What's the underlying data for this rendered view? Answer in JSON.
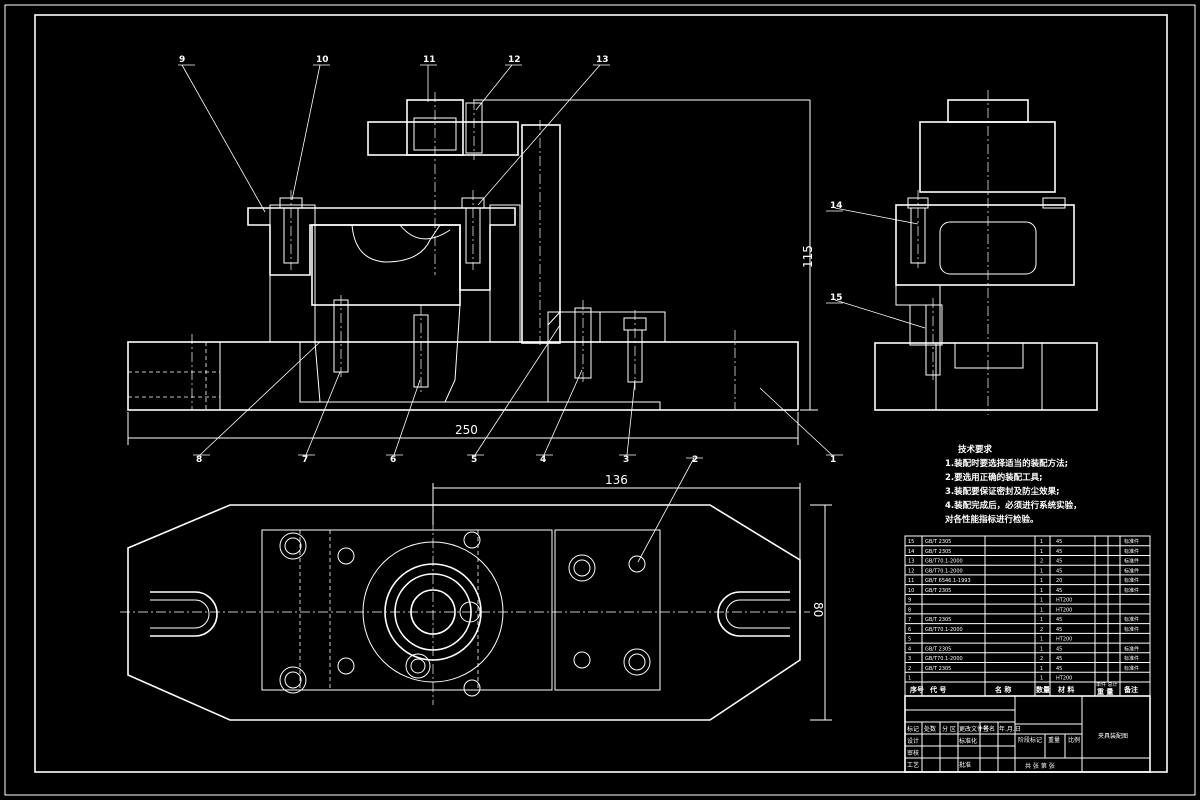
{
  "part_labels": [
    "9",
    "10",
    "11",
    "12",
    "13",
    "14",
    "15",
    "8",
    "7",
    "6",
    "5",
    "4",
    "3",
    "2",
    "1"
  ],
  "dimensions": {
    "width_front": "250",
    "height_front": "115",
    "width_plan": "136",
    "height_plan": "80"
  },
  "tech_requirements": {
    "title": "技术要求",
    "lines": [
      "1.装配时要选择适当的装配方法;",
      "2.要选用正确的装配工具;",
      "3.装配要保证密封及防尘效果;",
      "4.装配完成后，必须进行系统实验，",
      "对各性能指标进行检验。"
    ]
  },
  "bom": {
    "rows": [
      {
        "no": "15",
        "std": "GB/T 2305",
        "name": "",
        "qty": "1",
        "mat": "45",
        "note": "标准件"
      },
      {
        "no": "14",
        "std": "GB/T 2305",
        "name": "",
        "qty": "1",
        "mat": "45",
        "note": "标准件"
      },
      {
        "no": "13",
        "std": "GB/T70.1-2000",
        "name": "",
        "qty": "2",
        "mat": "45",
        "note": "标准件"
      },
      {
        "no": "12",
        "std": "GB/T70.1-2000",
        "name": "",
        "qty": "1",
        "mat": "45",
        "note": "标准件"
      },
      {
        "no": "11",
        "std": "GB/T 6546.1-1993",
        "name": "",
        "qty": "1",
        "mat": "20",
        "note": "标准件"
      },
      {
        "no": "10",
        "std": "GB/T 2305",
        "name": "",
        "qty": "1",
        "mat": "45",
        "note": "标准件"
      },
      {
        "no": "9",
        "std": "",
        "name": "",
        "qty": "1",
        "mat": "HT200",
        "note": ""
      },
      {
        "no": "8",
        "std": "",
        "name": "",
        "qty": "1",
        "mat": "HT200",
        "note": ""
      },
      {
        "no": "7",
        "std": "GB/T 2305",
        "name": "",
        "qty": "1",
        "mat": "45",
        "note": "标准件"
      },
      {
        "no": "6",
        "std": "GB/T70.1-2000",
        "name": "",
        "qty": "2",
        "mat": "45",
        "note": "标准件"
      },
      {
        "no": "5",
        "std": "",
        "name": "",
        "qty": "1",
        "mat": "HT200",
        "note": ""
      },
      {
        "no": "4",
        "std": "GB/T 2305",
        "name": "",
        "qty": "1",
        "mat": "45",
        "note": "标准件"
      },
      {
        "no": "3",
        "std": "GB/T70.1-2000",
        "name": "",
        "qty": "2",
        "mat": "45",
        "note": "标准件"
      },
      {
        "no": "2",
        "std": "GB/T 2305",
        "name": "",
        "qty": "1",
        "mat": "45",
        "note": "标准件"
      },
      {
        "no": "1",
        "std": "",
        "name": "",
        "qty": "1",
        "mat": "HT200",
        "note": ""
      }
    ],
    "header": {
      "no": "序号",
      "code": "代 号",
      "name": "名 称",
      "qty": "数量",
      "mat": "材 料",
      "weight": "单件 总计",
      "weight2": "重 量",
      "note": "备注"
    }
  },
  "title_block": {
    "drawing_name": "夹具装配图",
    "cells": [
      "标记",
      "处数",
      "分 区",
      "更改文件号",
      "签名",
      "年.月.日",
      "设计",
      "标准化",
      "阶段标记",
      "重量",
      "比例",
      "审核",
      "工艺",
      "批准",
      "共 张 第 张"
    ]
  }
}
